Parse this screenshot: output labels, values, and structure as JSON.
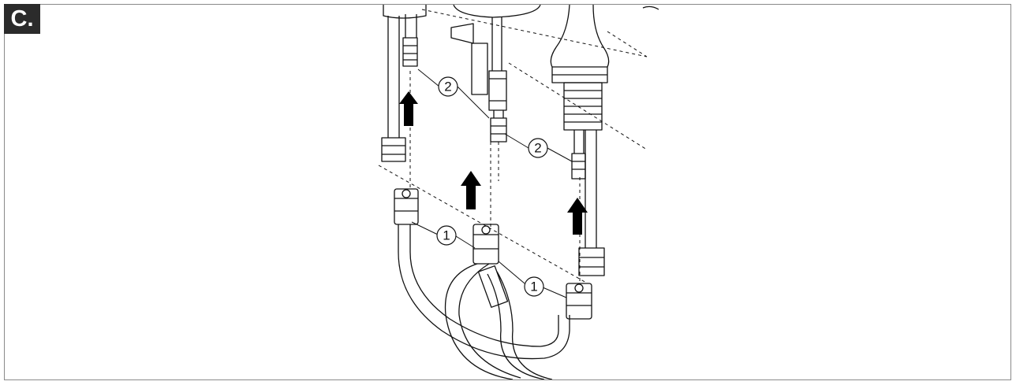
{
  "step": {
    "label": "C."
  },
  "callouts": [
    {
      "id": "hose-connector-left",
      "number": "1"
    },
    {
      "id": "hose-connector-right",
      "number": "1"
    },
    {
      "id": "valve-connector-left",
      "number": "2"
    },
    {
      "id": "valve-connector-right",
      "number": "2"
    }
  ],
  "colors": {
    "line": "#111111",
    "frame": "#8a8a8a",
    "badge": "#2b2b2b",
    "arrow": "#000000"
  }
}
